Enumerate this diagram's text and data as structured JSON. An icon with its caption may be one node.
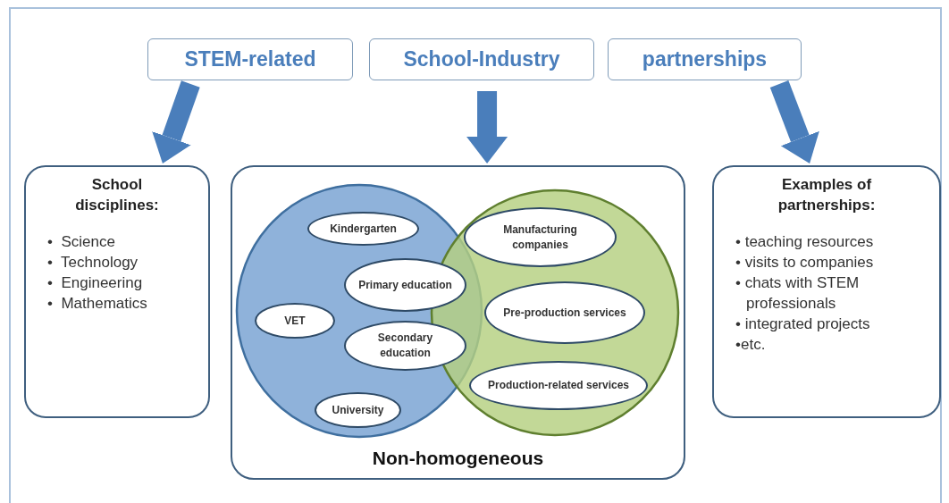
{
  "diagram": {
    "nodes": [
      {
        "text": [
          "STEM-related"
        ]
      },
      {
        "text": [
          "School-Industry"
        ]
      },
      {
        "text": [
          "partnerships"
        ]
      },
      {
        "text": [
          "School disciplines:",
          "•  Science",
          "•  Technology",
          "•  Engineering",
          "•  Mathematics"
        ]
      },
      {
        "text": [
          "Non-homogeneous"
        ]
      },
      {
        "text": [
          "Kindergarten"
        ],
        "in": 4
      },
      {
        "text": [
          "Manufacturing companies"
        ],
        "in": 4
      },
      {
        "text": [
          "Primary education"
        ],
        "in": 4
      },
      {
        "text": [
          "Pre-production services"
        ],
        "in": 4
      },
      {
        "text": [
          "VET"
        ],
        "in": 4
      },
      {
        "text": [
          "Secondary education"
        ],
        "in": 4
      },
      {
        "text": [
          "Production-related services"
        ],
        "in": 4
      },
      {
        "text": [
          "University"
        ],
        "in": 4
      },
      {
        "text": [
          "Examples of partnerships:",
          "• teaching resources",
          "• visits to companies",
          "• chats with STEM professionals",
          "• integrated projects",
          "•etc."
        ]
      }
    ],
    "edges": [
      {
        "from": 0,
        "to": 3,
        "arrow": "to"
      },
      {
        "from": 1,
        "to": 4,
        "arrow": "to"
      },
      {
        "from": 2,
        "to": 13,
        "arrow": "to"
      }
    ]
  }
}
